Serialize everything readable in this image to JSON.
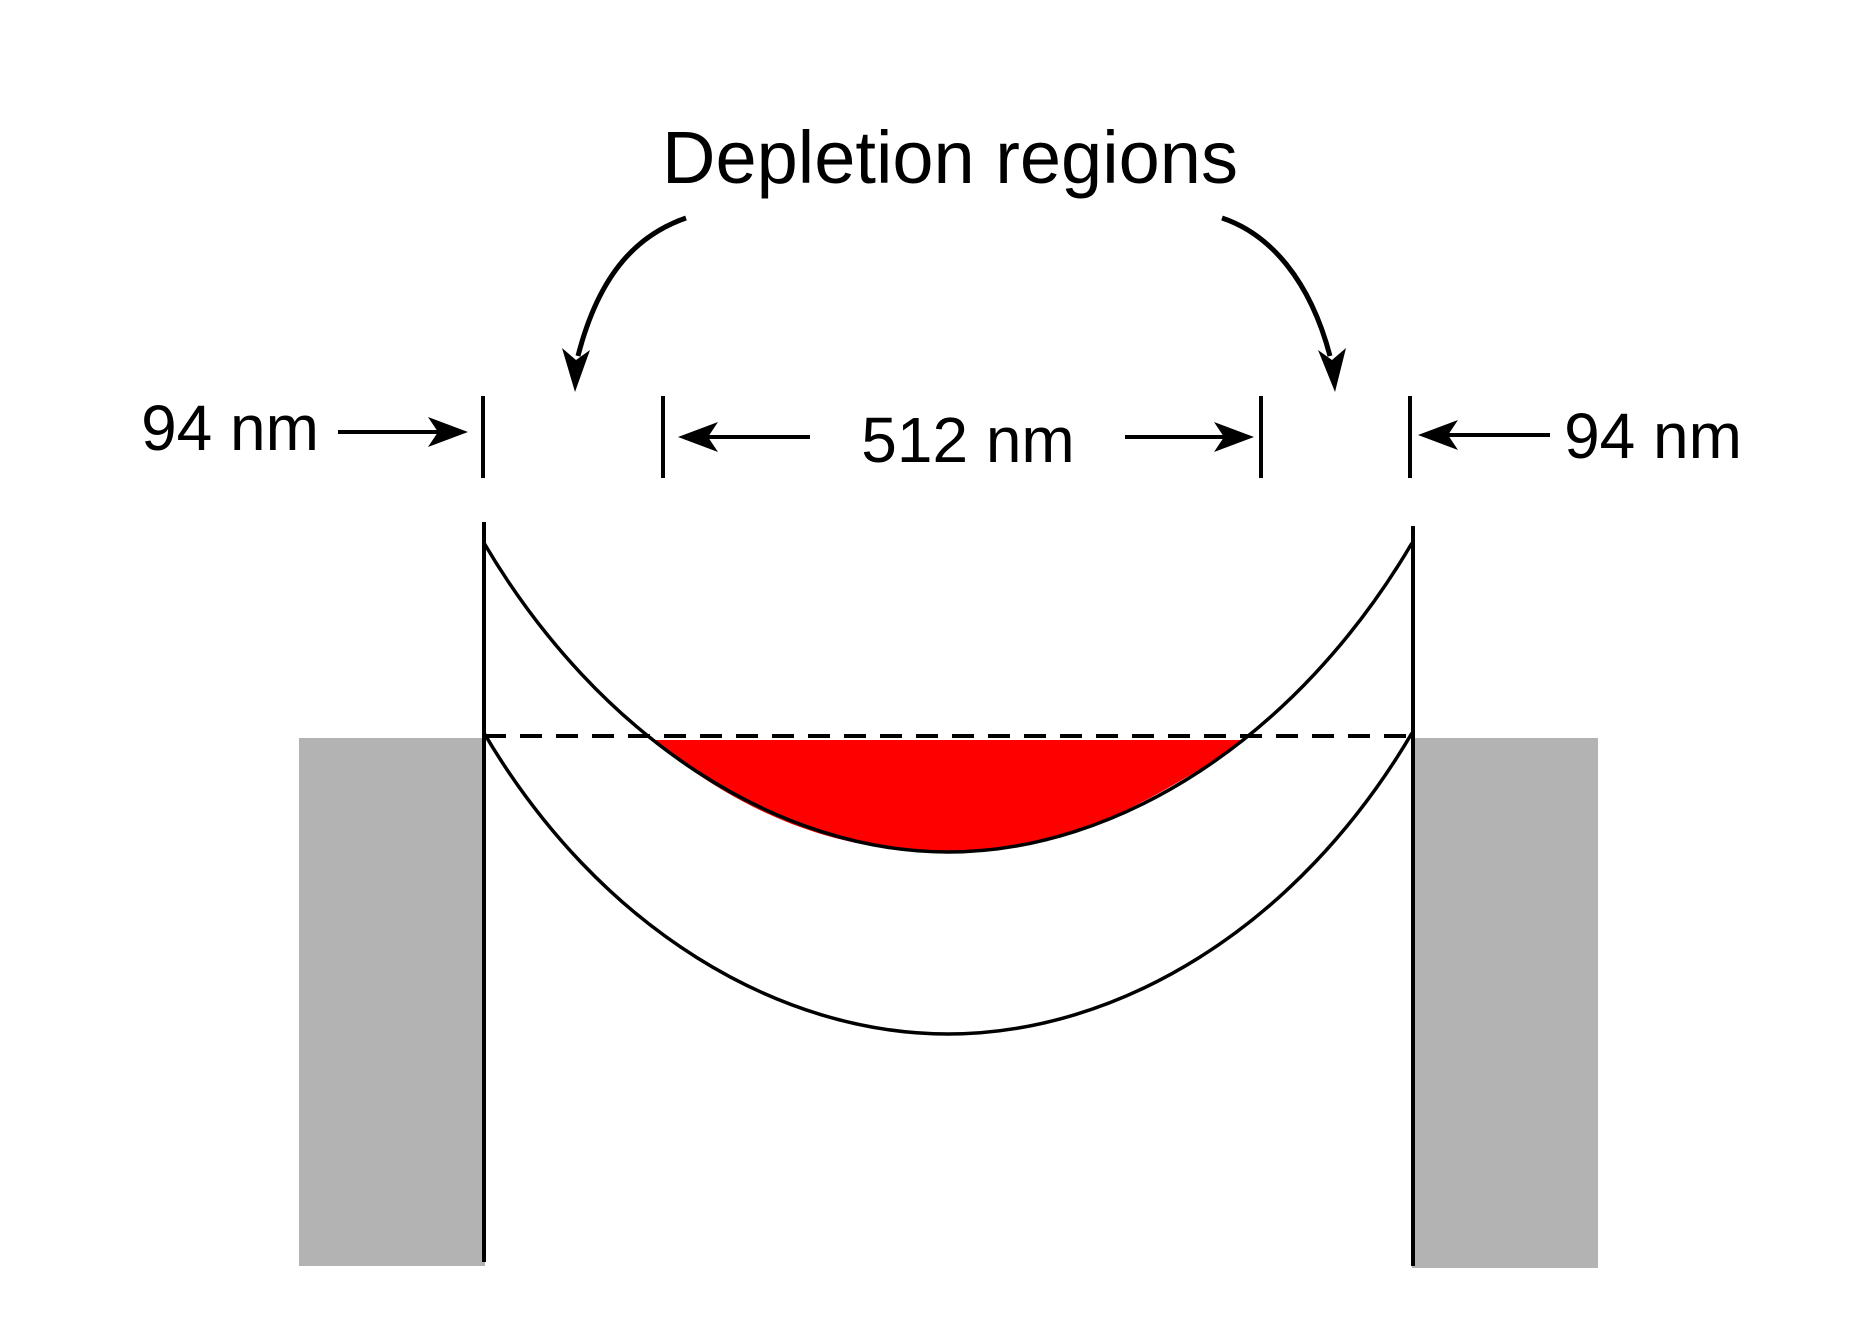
{
  "title": "Depletion regions",
  "dimensions": {
    "left_width": "94 nm",
    "center_width": "512 nm",
    "right_width": "94 nm"
  },
  "colors": {
    "contact_fill": "#b3b3b3",
    "filled_band": "#ff0000",
    "line": "#000000",
    "background": "#ffffff"
  }
}
